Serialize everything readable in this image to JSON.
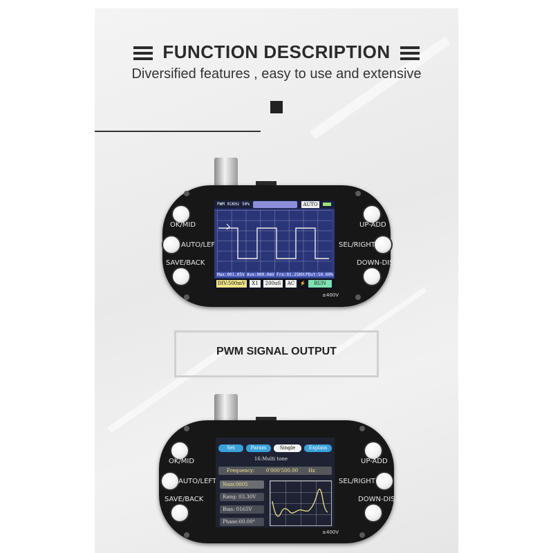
{
  "header": {
    "title": "FUNCTION DESCRIPTION",
    "subtitle": "Diversified features , easy to use and extensive"
  },
  "section": {
    "title": "PWM SIGNAL OUTPUT"
  },
  "device1": {
    "buttons": {
      "ok_mid": "OK/MID",
      "auto_left": "AUTO/LEFT",
      "save_back": "SAVE/BACK",
      "up_add": "UP-ADD",
      "sel_right": "SEL/RIGHT",
      "down_dis": "DOWN-DIS"
    },
    "screen": {
      "pwm_info": "PWM 01KHz 50%",
      "mode": "AUTO",
      "measurements": [
        "Max:001.05V",
        "Ave:000.0mV",
        "Fre:01.25KHz",
        "PDut:50.00%"
      ],
      "div": "DIV:500mV",
      "probe": "X1",
      "time_base": "200uS",
      "coupling": "AC",
      "trigger_icon": "trigger-edge-icon",
      "run_state": "RUN"
    },
    "voltage_rating": "±400V"
  },
  "device2": {
    "buttons": {
      "ok_mid": "OK/MID",
      "auto_left": "AUTO/LEFT",
      "save_back": "SAVE/BACK",
      "up_add": "UP-ADD",
      "sel_right": "SEL/RIGHT",
      "down_dis": "DOWN-DIS"
    },
    "screen": {
      "tabs": [
        "Set",
        "Param",
        "Single",
        "Explain"
      ],
      "wave_title": "16:Multi tone",
      "frequency_label": "Frequency:",
      "frequency_value": "0'000'500.00",
      "frequency_unit": "Hz",
      "params": [
        "Nsin:0005",
        "Rang: 03.30V",
        "Bias: 0165V",
        "Phase:00.00°"
      ]
    },
    "voltage_rating": "±400V"
  }
}
